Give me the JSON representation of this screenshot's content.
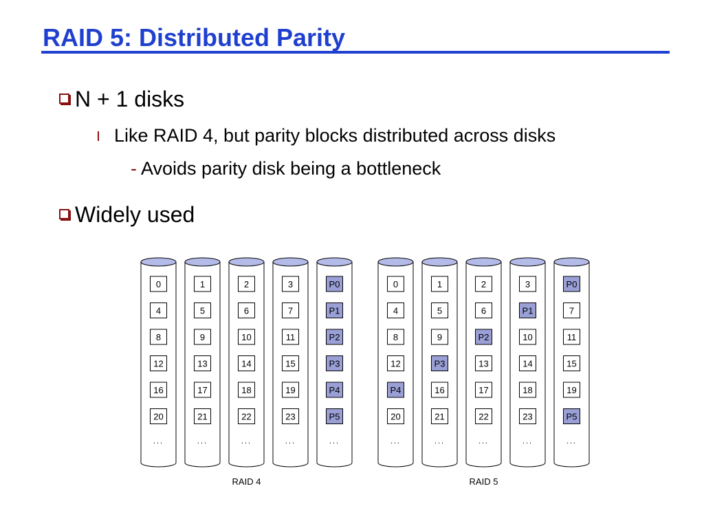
{
  "slide": {
    "title": "RAID 5: Distributed Parity",
    "bullets": {
      "b1": "N + 1 disks",
      "b1_sub": "Like RAID 4, but parity blocks distributed across disks",
      "b1_sub_sub": "Avoids parity disk being a bottleneck",
      "b2": "Widely used"
    },
    "bullet_marker_dash": "-"
  },
  "diagram": {
    "parity_fill": "#9aa0d6",
    "disk_top_fill": "#b4bbe8",
    "ellipsis": "...",
    "groups": [
      {
        "label": "RAID 4",
        "disks": [
          [
            "0",
            "4",
            "8",
            "12",
            "16",
            "20"
          ],
          [
            "1",
            "5",
            "9",
            "13",
            "17",
            "21"
          ],
          [
            "2",
            "6",
            "10",
            "14",
            "18",
            "22"
          ],
          [
            "3",
            "7",
            "11",
            "15",
            "19",
            "23"
          ],
          [
            "P0",
            "P1",
            "P2",
            "P3",
            "P4",
            "P5"
          ]
        ]
      },
      {
        "label": "RAID 5",
        "disks": [
          [
            "0",
            "4",
            "8",
            "12",
            "P4",
            "20"
          ],
          [
            "1",
            "5",
            "9",
            "P3",
            "16",
            "21"
          ],
          [
            "2",
            "6",
            "P2",
            "13",
            "17",
            "22"
          ],
          [
            "3",
            "P1",
            "10",
            "14",
            "18",
            "23"
          ],
          [
            "P0",
            "7",
            "11",
            "15",
            "19",
            "P5"
          ]
        ]
      }
    ]
  }
}
